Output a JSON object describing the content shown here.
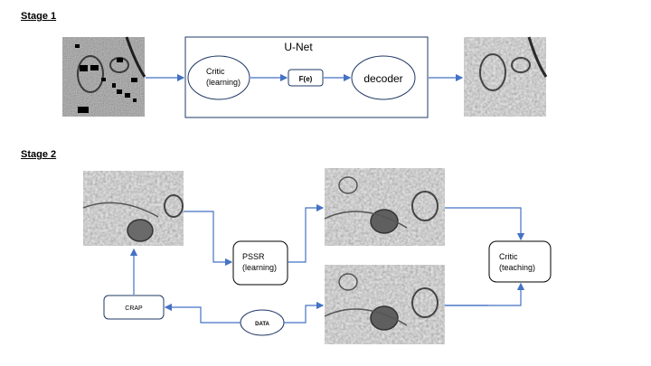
{
  "stage1": {
    "label": "Stage 1",
    "unet_title": "U-Net",
    "critic_line1": "Critic",
    "critic_line2": "(learning)",
    "fe_label": "F(e)",
    "decoder_label": "decoder"
  },
  "stage2": {
    "label": "Stage 2",
    "pssr_line1": "PSSR",
    "pssr_line2": "(learning)",
    "critic_line1": "Critic",
    "critic_line2": "(teaching)",
    "crap_label": "CRAP",
    "data_label": "DATA"
  },
  "colors": {
    "arrow": "#4472c4",
    "box_stroke": "#1f3864",
    "image_bg": "#a9a9a9"
  }
}
